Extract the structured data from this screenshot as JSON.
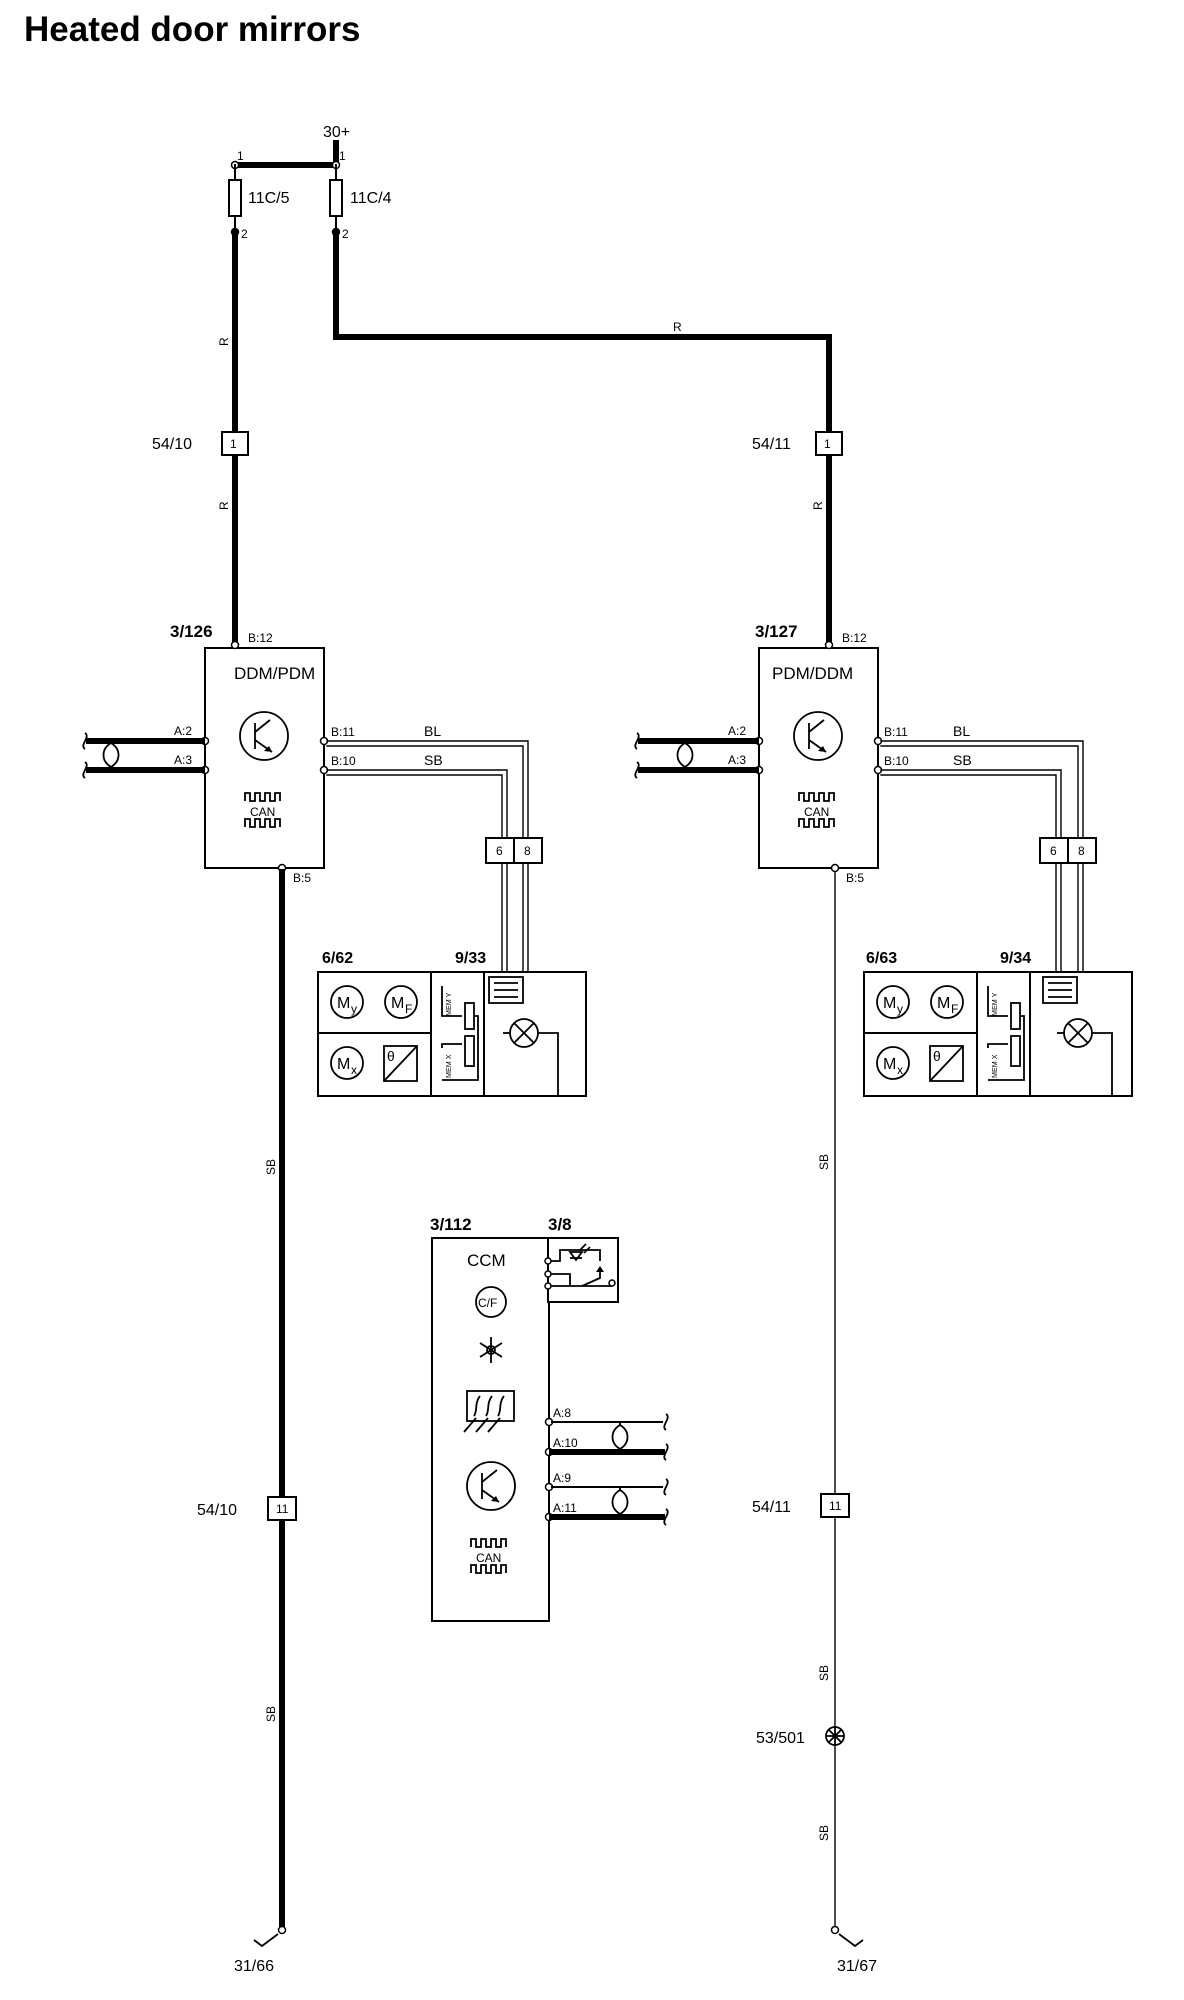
{
  "title": "Heated door mirrors",
  "supply": {
    "label": "30+"
  },
  "fuses": [
    {
      "id": "11C/5",
      "pin_in": "1",
      "pin_out": "2"
    },
    {
      "id": "11C/4",
      "pin_in": "1",
      "pin_out": "2"
    }
  ],
  "wire_colors": {
    "red": "R",
    "blue": "BL",
    "black": "SB"
  },
  "connectors": {
    "left_top": {
      "id": "54/10",
      "pin": "1"
    },
    "right_top": {
      "id": "54/11",
      "pin": "1"
    },
    "left_bottom": {
      "id": "54/10",
      "pin": "11"
    },
    "right_bottom": {
      "id": "54/11",
      "pin": "11"
    },
    "left_mirror_plug": {
      "pins": [
        "6",
        "8"
      ]
    },
    "right_mirror_plug": {
      "pins": [
        "6",
        "8"
      ]
    }
  },
  "modules": {
    "left": {
      "id": "3/126",
      "name": "DDM/PDM",
      "pins": {
        "supply": "B:12",
        "a2": "A:2",
        "a3": "A:3",
        "b11": "B:11",
        "b10": "B:10",
        "ground": "B:5"
      },
      "can_label": "CAN"
    },
    "right": {
      "id": "3/127",
      "name": "PDM/DDM",
      "pins": {
        "supply": "B:12",
        "a2": "A:2",
        "a3": "A:3",
        "b11": "B:11",
        "b10": "B:10",
        "ground": "B:5"
      },
      "can_label": "CAN"
    },
    "ccm": {
      "id": "3/112",
      "name": "CCM",
      "unit_label": "C/F",
      "pins": [
        "A:8",
        "A:10",
        "A:9",
        "A:11"
      ],
      "can_label": "CAN"
    }
  },
  "switch": {
    "id": "3/8"
  },
  "mirror_units": {
    "left": {
      "motor_id": "6/62",
      "mirror_id": "9/33",
      "motors": [
        {
          "letter": "M",
          "sub": "y"
        },
        {
          "letter": "M",
          "sub": "F"
        },
        {
          "letter": "M",
          "sub": "x"
        }
      ],
      "sensor_symbol": "θ",
      "mem_labels": [
        "MEM Y",
        "MEM X"
      ]
    },
    "right": {
      "motor_id": "6/63",
      "mirror_id": "9/34",
      "motors": [
        {
          "letter": "M",
          "sub": "y"
        },
        {
          "letter": "M",
          "sub": "F"
        },
        {
          "letter": "M",
          "sub": "x"
        }
      ],
      "sensor_symbol": "θ",
      "mem_labels": [
        "MEM Y",
        "MEM X"
      ]
    }
  },
  "splice": {
    "id": "53/501"
  },
  "grounds": {
    "left": "31/66",
    "right": "31/67"
  },
  "colors": {
    "line": "#000000",
    "background": "#ffffff"
  }
}
